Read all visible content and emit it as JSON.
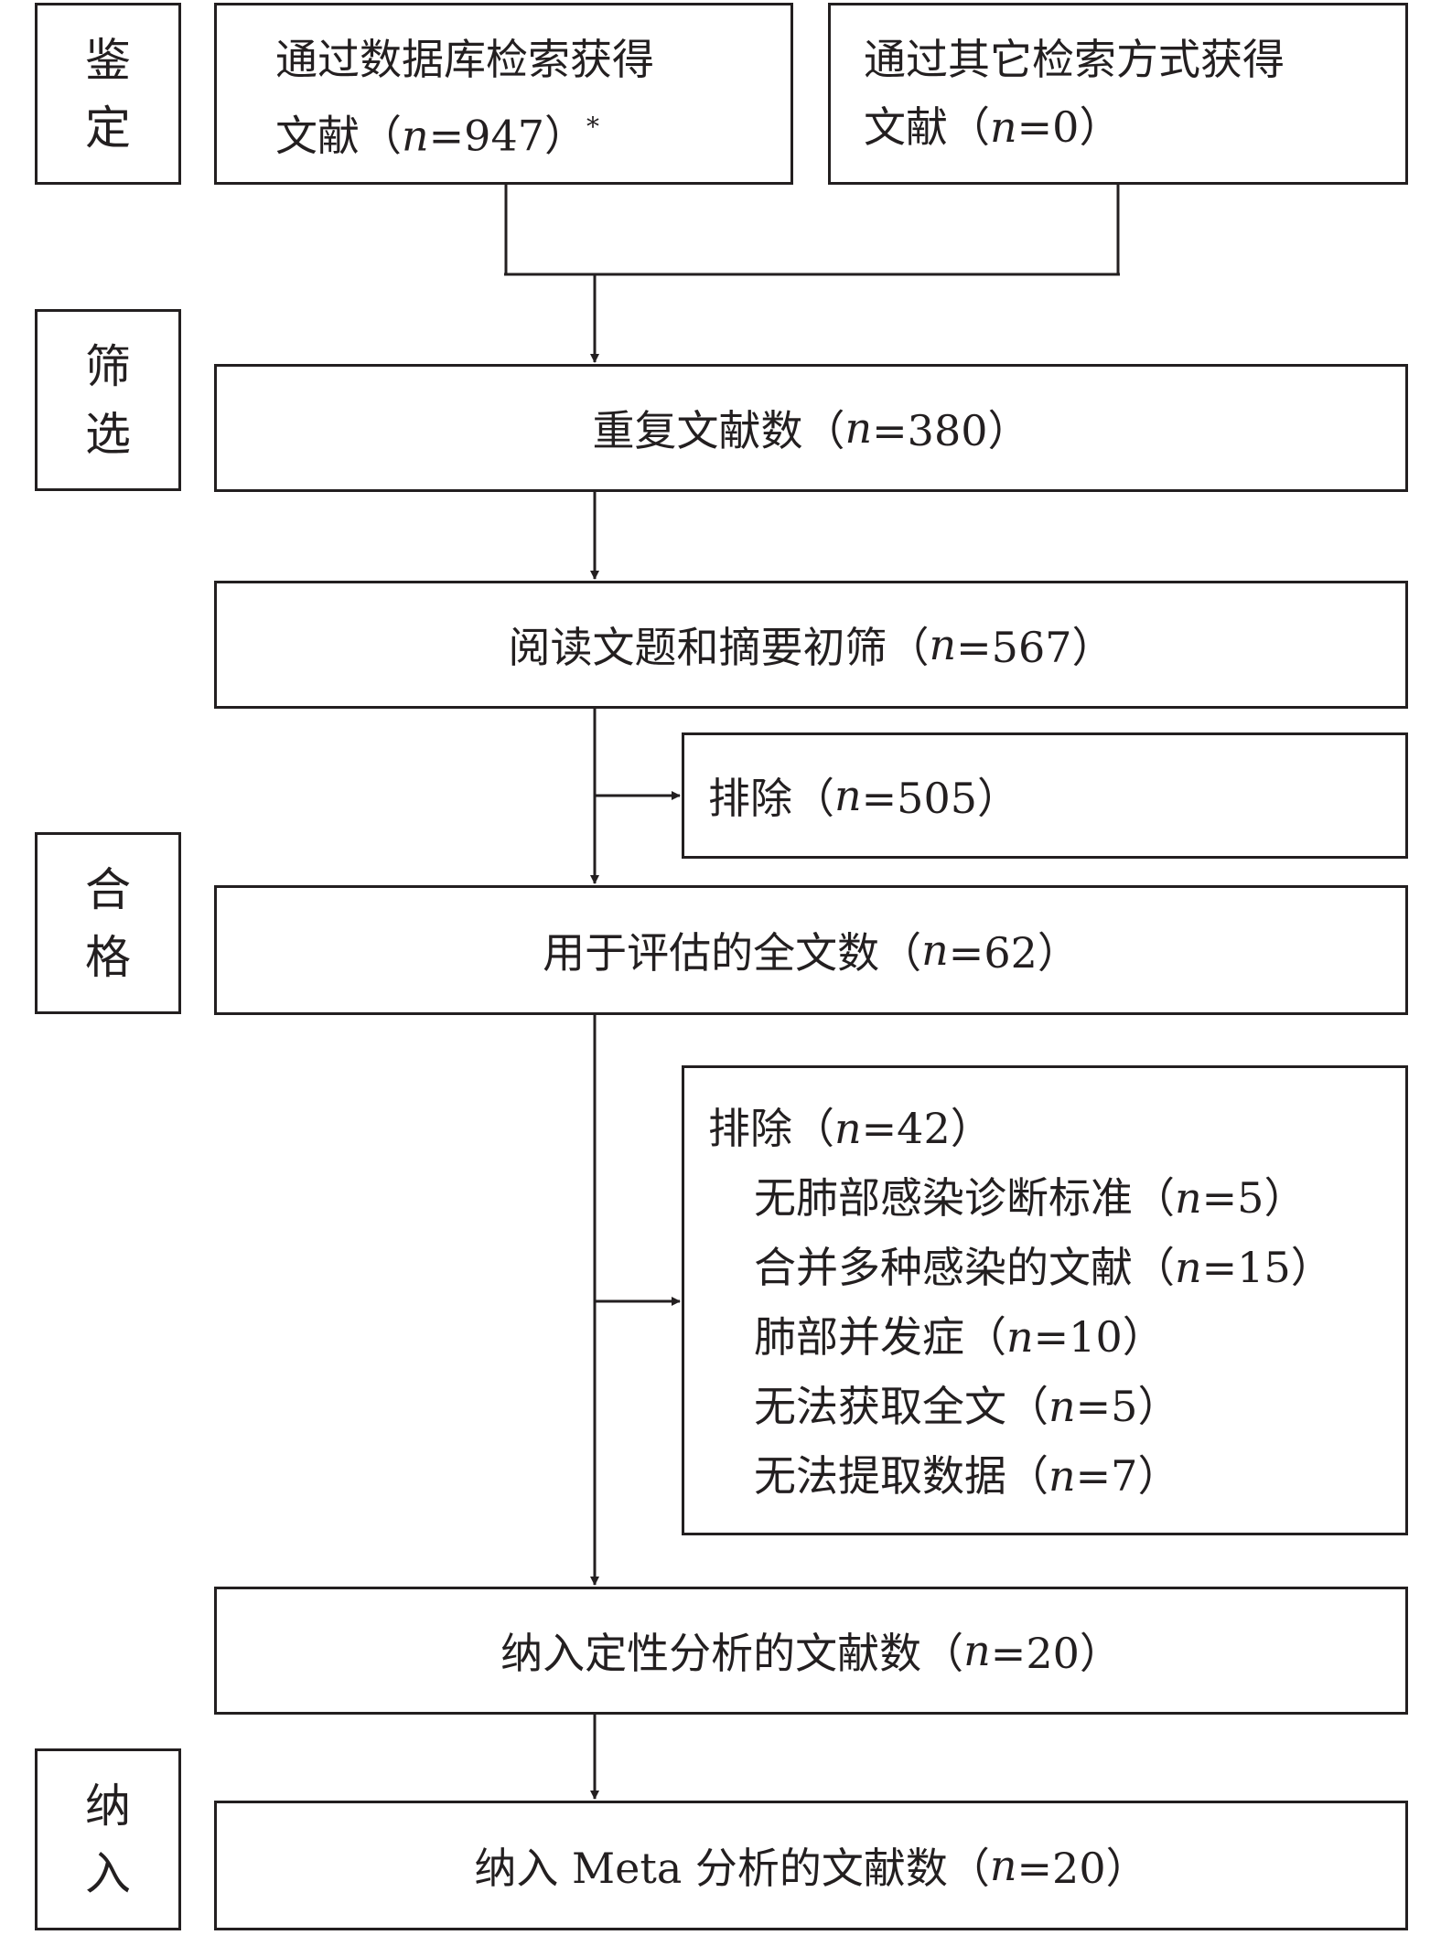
{
  "stages": {
    "identification": [
      "鉴",
      "定"
    ],
    "screening": [
      "筛",
      "选"
    ],
    "eligibility": [
      "合",
      "格"
    ],
    "included": [
      "纳",
      "入"
    ]
  },
  "boxes": {
    "database": {
      "line1": "通过数据库检索获得",
      "prefix": "文献（",
      "n_label": "n",
      "value": "=947）",
      "note": "*"
    },
    "other": {
      "line1": "通过其它检索方式获得",
      "prefix": "文献（",
      "n_label": "n",
      "value": "=0）"
    },
    "duplicates": {
      "prefix": "重复文献数（",
      "n_label": "n",
      "value": "=380）"
    },
    "screened": {
      "prefix": "阅读文题和摘要初筛（",
      "n_label": "n",
      "value": "=567）"
    },
    "excluded1": {
      "prefix": "排除（",
      "n_label": "n",
      "value": "=505）"
    },
    "fulltext": {
      "prefix": "用于评估的全文数（",
      "n_label": "n",
      "value": "=62）"
    },
    "excluded2": {
      "prefix": "排除（",
      "n_label": "n",
      "value": "=42）",
      "items": [
        {
          "prefix": "无肺部感染诊断标准（",
          "n_label": "n",
          "value": "=5）"
        },
        {
          "prefix": "合并多种感染的文献（",
          "n_label": "n",
          "value": "=15）"
        },
        {
          "prefix": "肺部并发症（",
          "n_label": "n",
          "value": "=10）"
        },
        {
          "prefix": "无法获取全文（",
          "n_label": "n",
          "value": "=5）"
        },
        {
          "prefix": "无法提取数据（",
          "n_label": "n",
          "value": "=7）"
        }
      ]
    },
    "qualitative": {
      "prefix": "纳入定性分析的文献数（",
      "n_label": "n",
      "value": "=20）"
    },
    "meta": {
      "prefix": "纳入 Meta 分析的文献数（",
      "n_label": "n",
      "value": "=20）"
    }
  }
}
